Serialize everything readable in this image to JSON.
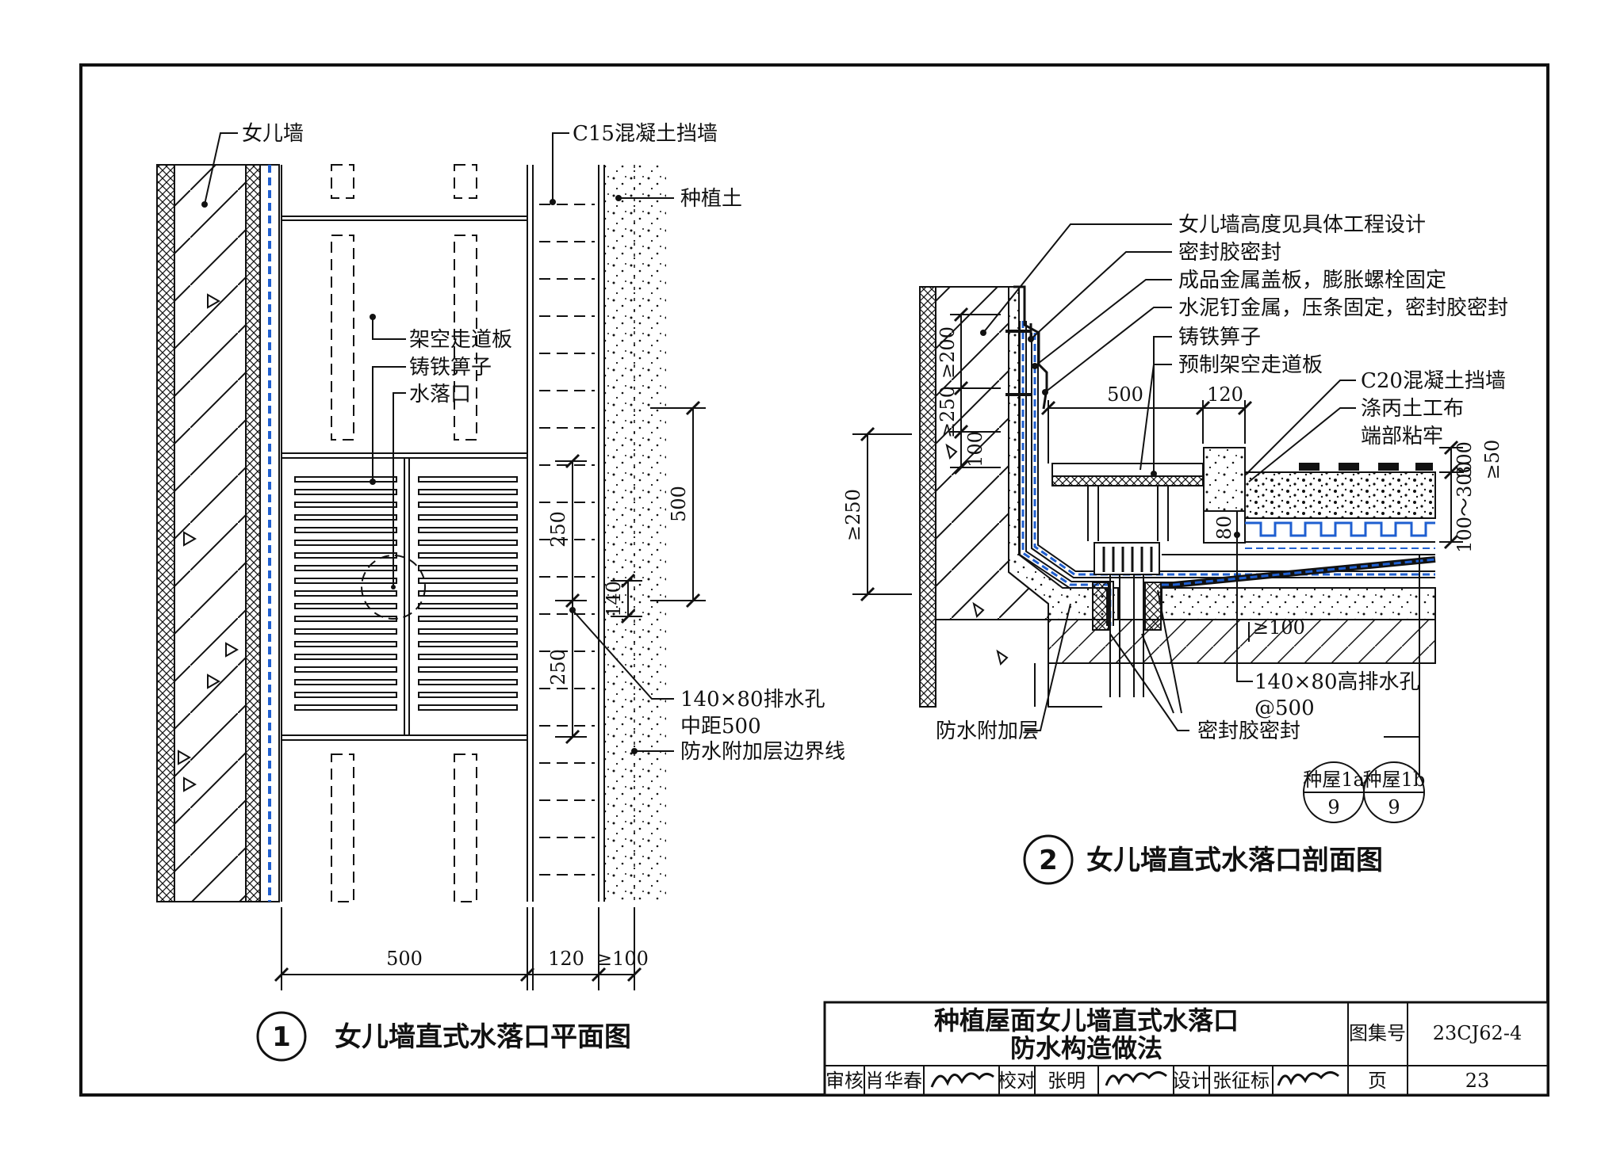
{
  "plan": {
    "number": "1",
    "title": "女儿墙直式水落口平面图",
    "labels": {
      "parapet": "女儿墙",
      "c15_wall": "C15混凝土挡墙",
      "soil": "种植土",
      "walkway": "架空走道板",
      "grate": "铸铁箅子",
      "outlet": "水落口",
      "drain_hole_1": "140×80排水孔",
      "drain_hole_2": "中距500",
      "boundary": "防水附加层边界线"
    },
    "dims": {
      "bottom_500": "500",
      "bottom_120": "120",
      "bottom_100": "≥100",
      "v_250_top": "250",
      "v_250_bot": "250",
      "v_140": "140",
      "v_500": "500"
    }
  },
  "section": {
    "number": "2",
    "title": "女儿墙直式水落口剖面图",
    "labels": {
      "l1": "女儿墙高度见具体工程设计",
      "l2": "密封胶密封",
      "l3": "成品金属盖板，膨胀螺栓固定",
      "l4": "水泥钉金属，压条固定，密封胶密封",
      "l5": "铸铁箅子",
      "l6": "预制架空走道板",
      "l7": "C20混凝土挡墙",
      "l8a": "涤丙土工布",
      "l8b": "端部粘牢",
      "l9": "防水附加层",
      "l10": "密封胶密封",
      "l11a": "140×80高排水孔",
      "l11b": "@500"
    },
    "dims": {
      "d200": "≥200",
      "d250a": "≥250",
      "d100a": "100",
      "d250b": "≥250",
      "d500": "500",
      "d120": "120",
      "d80": "80",
      "d300": "300",
      "d50": "≥50",
      "d100_300": "100～300",
      "d100b": "≥100"
    },
    "refs": [
      {
        "top": "种屋1a",
        "bottom": "9"
      },
      {
        "top": "种屋1b",
        "bottom": "9"
      }
    ]
  },
  "title_block": {
    "title_line1": "种植屋面女儿墙直式水落口",
    "title_line2": "防水构造做法",
    "atlas_label": "图集号",
    "atlas_value": "23CJ62-4",
    "page_label": "页",
    "page_value": "23",
    "review_label": "审核",
    "review_name": "肖华春",
    "check_label": "校对",
    "check_name": "张明",
    "design_label": "设计",
    "design_name": "张征标"
  },
  "colors": {
    "line": "#111111",
    "membrane": "#1f5fd0",
    "paper": "#ffffff"
  }
}
